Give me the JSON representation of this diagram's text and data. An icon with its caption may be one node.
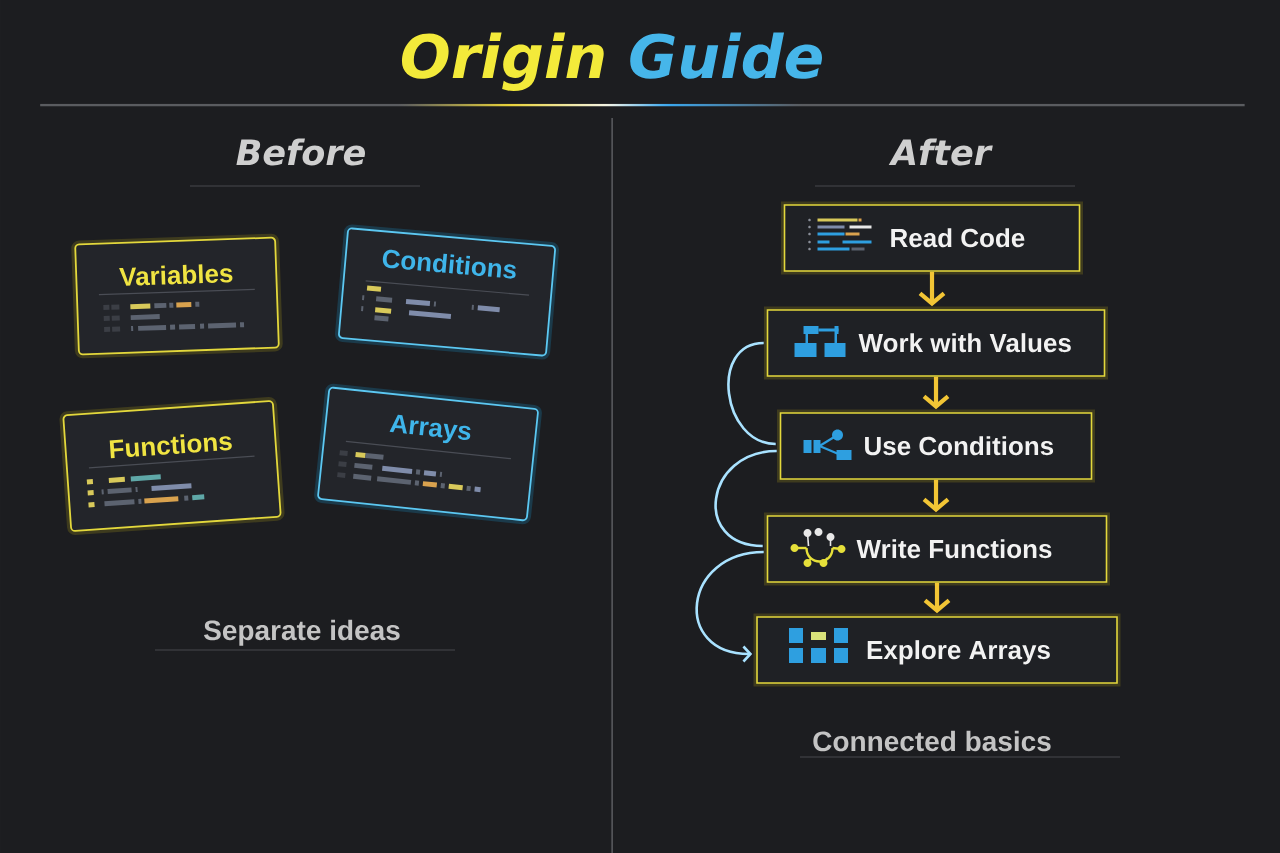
{
  "diagram": {
    "title": "Origin Guide",
    "nodes": [
      {
        "text": [
          "Variables"
        ]
      },
      {
        "text": [
          "Conditions"
        ]
      },
      {
        "text": [
          "Functions"
        ]
      },
      {
        "text": [
          "Arrays"
        ]
      },
      {
        "text": [
          "Read Code"
        ]
      },
      {
        "text": [
          "Work with Values"
        ]
      },
      {
        "text": [
          "Use Conditions"
        ]
      },
      {
        "text": [
          "Write Functions"
        ]
      },
      {
        "text": [
          "Explore Arrays"
        ]
      }
    ],
    "edges": [
      {
        "from": 4,
        "to": 5,
        "arrow": "to"
      },
      {
        "from": 5,
        "to": 6,
        "arrow": "to"
      },
      {
        "from": 6,
        "to": 7,
        "arrow": "to"
      },
      {
        "from": 7,
        "to": 8,
        "arrow": "to"
      },
      {
        "from": 5,
        "to": 6,
        "arrow": "none",
        "color": "#a9e2ff"
      },
      {
        "from": 6,
        "to": 7,
        "arrow": "none",
        "color": "#a9e2ff"
      },
      {
        "from": 7,
        "to": 8,
        "arrow": "to",
        "color": "#a9e2ff"
      }
    ],
    "labels": [
      "Before",
      "After",
      "Separate ideas",
      "Connected basics"
    ]
  }
}
